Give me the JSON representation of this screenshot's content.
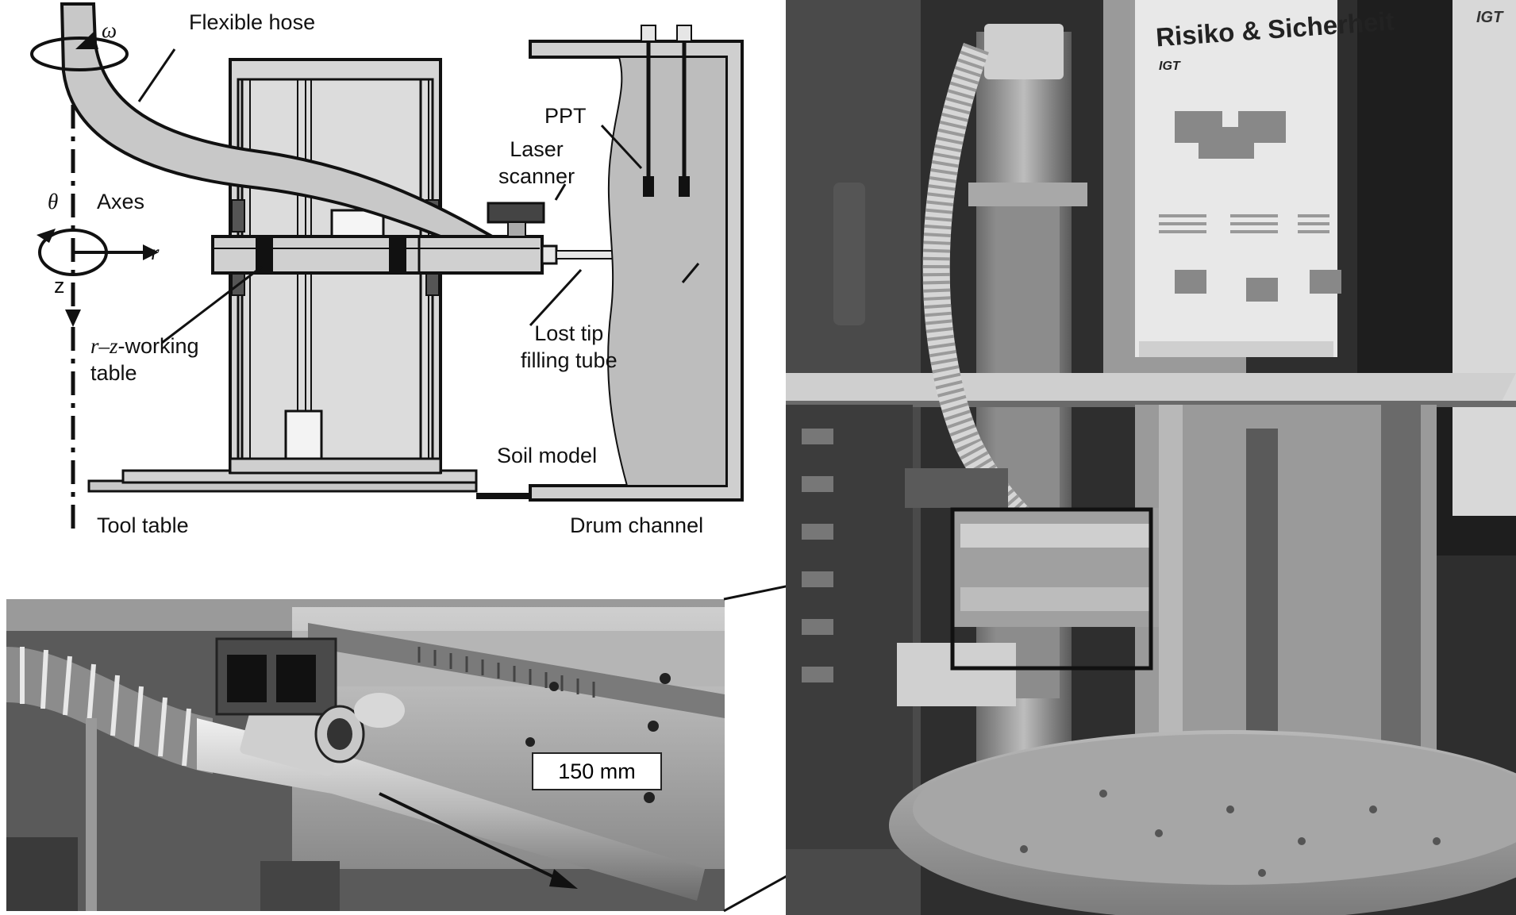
{
  "diagram": {
    "labels": {
      "flexible_hose": "Flexible hose",
      "omega": "ω",
      "theta": "θ",
      "axes": "Axes",
      "r": "r",
      "z": "z",
      "rz_table_prefix": "r–z",
      "rz_table_suffix": "-working",
      "rz_table_line2": "table",
      "tool_table": "Tool table",
      "ppt": "PPT",
      "laser_scanner_line1": "Laser",
      "laser_scanner_line2": "scanner",
      "lost_tip_line1": "Lost tip",
      "lost_tip_line2": "filling tube",
      "soil_model": "Soil model",
      "drum_channel": "Drum channel"
    }
  },
  "photos": {
    "detail_scale": "150 mm",
    "poster_title": "Risiko & Sicherheit",
    "poster_logo": "IGT",
    "edge_logo": "IGT"
  },
  "colors": {
    "diagram_gray": "#c8c8c8",
    "soil_gray": "#bdbdbd",
    "line": "#111111",
    "photo_dark": "#3a3a3a"
  }
}
